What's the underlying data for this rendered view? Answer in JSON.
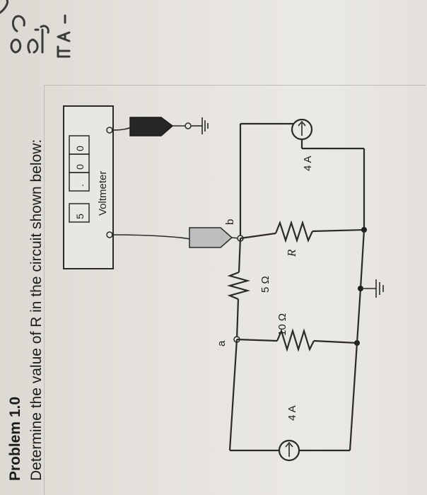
{
  "problem": {
    "title": "Problem 1.0",
    "statement": "Determine the value of R in the circuit shown below:"
  },
  "circuit": {
    "voltmeter": {
      "label": "Voltmeter",
      "display": [
        "5",
        ".",
        "0",
        "0"
      ]
    },
    "nodes": {
      "a": "a",
      "b": "b"
    },
    "resistors": {
      "r5": "5 Ω",
      "r10": "10 Ω",
      "r_unknown": "R"
    },
    "sources": {
      "left": "4 A",
      "right": "4 A"
    }
  }
}
